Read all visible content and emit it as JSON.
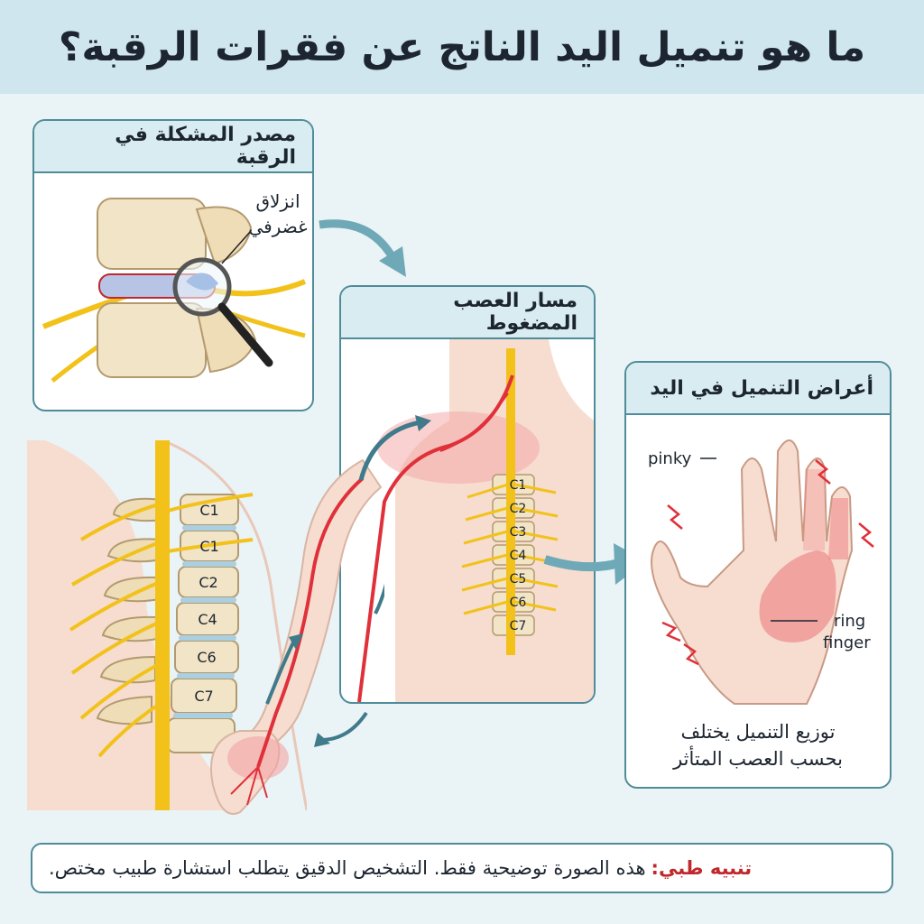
{
  "title": "ما هو تنميل اليد الناتج عن فقرات الرقبة؟",
  "panels": {
    "source": {
      "heading": "مصدر المشكلة في الرقبة",
      "label_line1": "انزلاق",
      "label_line2": "غضرفي"
    },
    "nerve_path": {
      "heading": "مسار العصب المضغوط",
      "vertebrae": [
        "C1",
        "C2",
        "C3",
        "C4",
        "C5",
        "C6",
        "C7"
      ]
    },
    "hand": {
      "heading": "أعراض التنميل في اليد",
      "pinky_label": "pinky",
      "ring_label_line1": "ring",
      "ring_label_line2": "finger",
      "caption_line1": "توزيع التنميل يختلف",
      "caption_line2": "بحسب العصب المتأثر"
    }
  },
  "neck_spine": {
    "vertebrae": [
      "C1",
      "C1",
      "C2",
      "C4",
      "C6",
      "C7"
    ]
  },
  "warning": {
    "prefix": "تنبيه طبي:",
    "text": "هذه الصورة توضيحية فقط. التشخيص الدقيق يتطلب استشارة طبيب مختص."
  },
  "colors": {
    "accent": "#4f8c99",
    "nerve": "#f2c21b",
    "pain": "#e0303a",
    "bone": "#f2e4c6"
  }
}
